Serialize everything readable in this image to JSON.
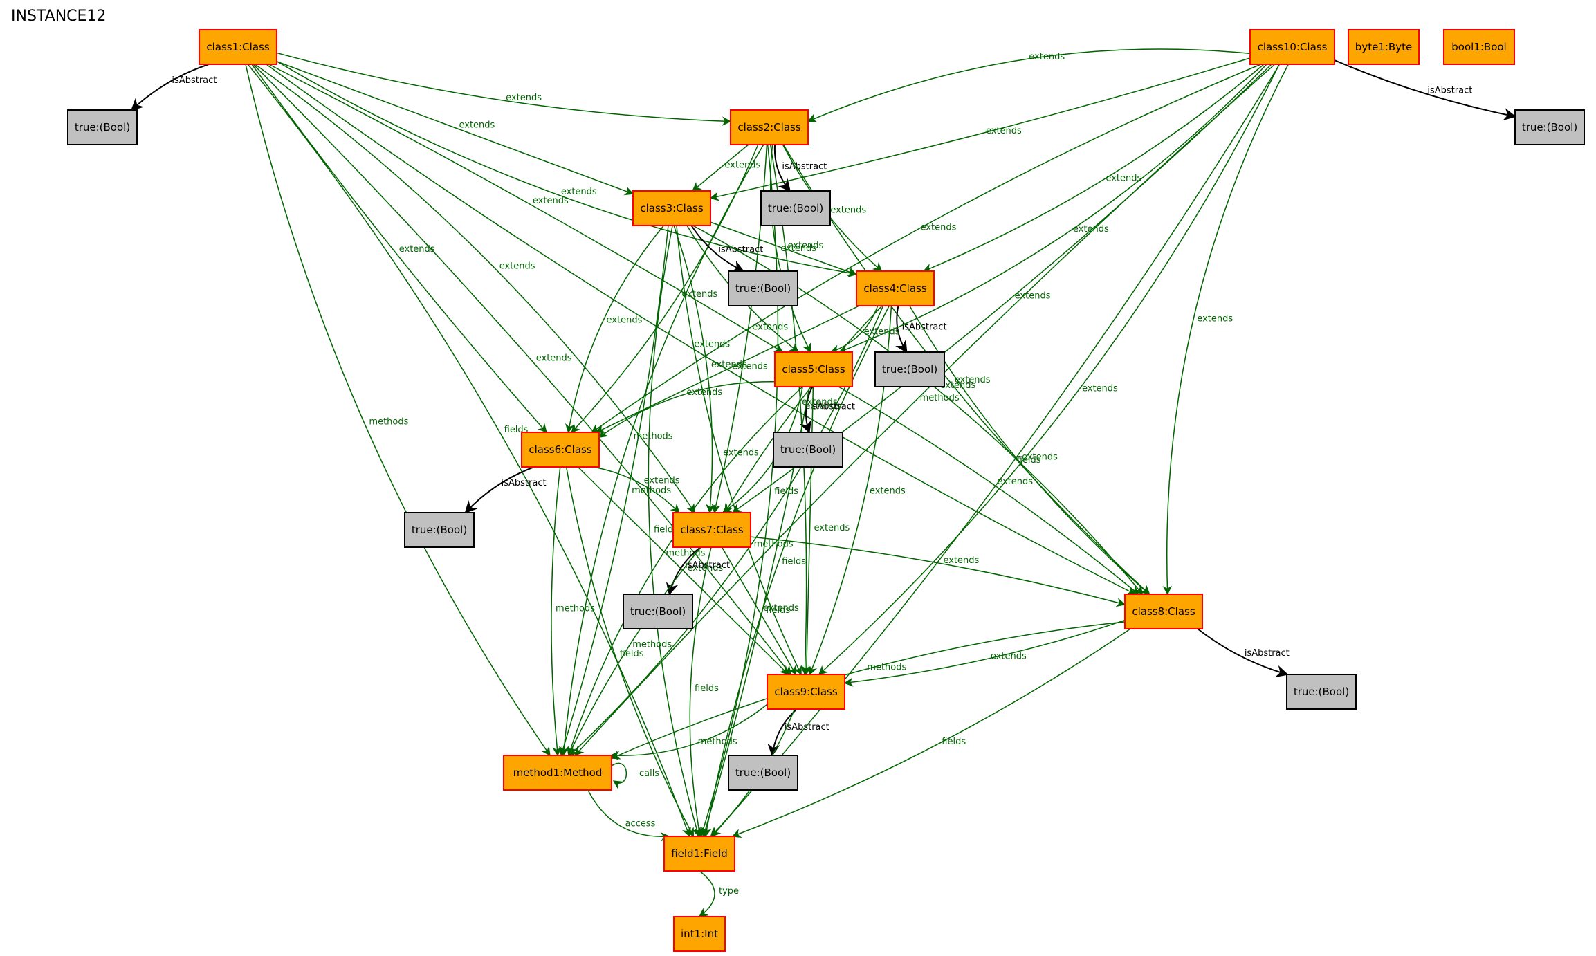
{
  "title": "INSTANCE12",
  "colors": {
    "class_fill": "#ffa500",
    "class_border": "#ff0000",
    "bool_fill": "#c0c0c0",
    "bool_border": "#000000",
    "extends_edge": "#006400",
    "isabstract_edge": "#000000"
  },
  "nodes": [
    {
      "id": "class1",
      "label": "class1:Class",
      "kind": "class"
    },
    {
      "id": "class2",
      "label": "class2:Class",
      "kind": "class"
    },
    {
      "id": "class3",
      "label": "class3:Class",
      "kind": "class"
    },
    {
      "id": "class4",
      "label": "class4:Class",
      "kind": "class"
    },
    {
      "id": "class5",
      "label": "class5:Class",
      "kind": "class"
    },
    {
      "id": "class6",
      "label": "class6:Class",
      "kind": "class"
    },
    {
      "id": "class7",
      "label": "class7:Class",
      "kind": "class"
    },
    {
      "id": "class8",
      "label": "class8:Class",
      "kind": "class"
    },
    {
      "id": "class9",
      "label": "class9:Class",
      "kind": "class"
    },
    {
      "id": "class10",
      "label": "class10:Class",
      "kind": "class"
    },
    {
      "id": "byte1",
      "label": "byte1:Byte",
      "kind": "class"
    },
    {
      "id": "bool1",
      "label": "bool1:Bool",
      "kind": "class"
    },
    {
      "id": "method1",
      "label": "method1:Method",
      "kind": "class"
    },
    {
      "id": "field1",
      "label": "field1:Field",
      "kind": "class"
    },
    {
      "id": "int1",
      "label": "int1:Int",
      "kind": "class"
    },
    {
      "id": "t1",
      "label": "true:(Bool)",
      "kind": "bool"
    },
    {
      "id": "t2",
      "label": "true:(Bool)",
      "kind": "bool"
    },
    {
      "id": "t3",
      "label": "true:(Bool)",
      "kind": "bool"
    },
    {
      "id": "t4",
      "label": "true:(Bool)",
      "kind": "bool"
    },
    {
      "id": "t5",
      "label": "true:(Bool)",
      "kind": "bool"
    },
    {
      "id": "t6",
      "label": "true:(Bool)",
      "kind": "bool"
    },
    {
      "id": "t7",
      "label": "true:(Bool)",
      "kind": "bool"
    },
    {
      "id": "t8",
      "label": "true:(Bool)",
      "kind": "bool"
    },
    {
      "id": "t9",
      "label": "true:(Bool)",
      "kind": "bool"
    },
    {
      "id": "t10",
      "label": "true:(Bool)",
      "kind": "bool"
    }
  ],
  "edges": [
    {
      "from": "class1",
      "to": "t1",
      "label": "isAbstract"
    },
    {
      "from": "class1",
      "to": "class2",
      "label": "extends"
    },
    {
      "from": "class1",
      "to": "class3",
      "label": "extends"
    },
    {
      "from": "class1",
      "to": "class4",
      "label": "extends"
    },
    {
      "from": "class1",
      "to": "class5",
      "label": "extends"
    },
    {
      "from": "class1",
      "to": "class6",
      "label": "extends"
    },
    {
      "from": "class1",
      "to": "class7",
      "label": "extends"
    },
    {
      "from": "class1",
      "to": "class8",
      "label": "extends"
    },
    {
      "from": "class1",
      "to": "class9",
      "label": "extends"
    },
    {
      "from": "class1",
      "to": "method1",
      "label": "methods"
    },
    {
      "from": "class1",
      "to": "field1",
      "label": "fields"
    },
    {
      "from": "class2",
      "to": "t2",
      "label": "isAbstract"
    },
    {
      "from": "class2",
      "to": "class3",
      "label": "extends"
    },
    {
      "from": "class2",
      "to": "class4",
      "label": "extends"
    },
    {
      "from": "class2",
      "to": "class5",
      "label": "extends"
    },
    {
      "from": "class2",
      "to": "class6",
      "label": "extends"
    },
    {
      "from": "class2",
      "to": "class7",
      "label": "extends"
    },
    {
      "from": "class2",
      "to": "class8",
      "label": "extends"
    },
    {
      "from": "class2",
      "to": "class9",
      "label": "extends"
    },
    {
      "from": "class2",
      "to": "method1",
      "label": "methods"
    },
    {
      "from": "class2",
      "to": "field1",
      "label": "fields"
    },
    {
      "from": "class3",
      "to": "t3",
      "label": "isAbstract"
    },
    {
      "from": "class3",
      "to": "class4",
      "label": "extends"
    },
    {
      "from": "class3",
      "to": "class5",
      "label": "extends"
    },
    {
      "from": "class3",
      "to": "class6",
      "label": "extends"
    },
    {
      "from": "class3",
      "to": "class7",
      "label": "extends"
    },
    {
      "from": "class3",
      "to": "class8",
      "label": "extends"
    },
    {
      "from": "class3",
      "to": "class9",
      "label": "extends"
    },
    {
      "from": "class3",
      "to": "method1",
      "label": "methods"
    },
    {
      "from": "class3",
      "to": "field1",
      "label": "fields"
    },
    {
      "from": "class4",
      "to": "t4",
      "label": "isAbstract"
    },
    {
      "from": "class4",
      "to": "class5",
      "label": "extends"
    },
    {
      "from": "class4",
      "to": "class6",
      "label": "extends"
    },
    {
      "from": "class4",
      "to": "class7",
      "label": "extends"
    },
    {
      "from": "class4",
      "to": "class8",
      "label": "extends"
    },
    {
      "from": "class4",
      "to": "class9",
      "label": "extends"
    },
    {
      "from": "class4",
      "to": "method1",
      "label": "methods"
    },
    {
      "from": "class4",
      "to": "field1",
      "label": "fields"
    },
    {
      "from": "class5",
      "to": "t5",
      "label": "isAbstract"
    },
    {
      "from": "class5",
      "to": "class6",
      "label": "extends"
    },
    {
      "from": "class5",
      "to": "class7",
      "label": "extends"
    },
    {
      "from": "class5",
      "to": "class8",
      "label": "extends"
    },
    {
      "from": "class5",
      "to": "class9",
      "label": "extends"
    },
    {
      "from": "class5",
      "to": "method1",
      "label": "methods"
    },
    {
      "from": "class5",
      "to": "field1",
      "label": "fields"
    },
    {
      "from": "class6",
      "to": "t6",
      "label": "isAbstract"
    },
    {
      "from": "class6",
      "to": "class7",
      "label": "extends"
    },
    {
      "from": "class6",
      "to": "class9",
      "label": "extends"
    },
    {
      "from": "class6",
      "to": "method1",
      "label": "methods"
    },
    {
      "from": "class6",
      "to": "field1",
      "label": "fields"
    },
    {
      "from": "class7",
      "to": "t7",
      "label": "isAbstract"
    },
    {
      "from": "class7",
      "to": "class8",
      "label": "extends"
    },
    {
      "from": "class7",
      "to": "class9",
      "label": "extends"
    },
    {
      "from": "class7",
      "to": "method1",
      "label": "methods"
    },
    {
      "from": "class7",
      "to": "field1",
      "label": "fields"
    },
    {
      "from": "class8",
      "to": "t8",
      "label": "isAbstract"
    },
    {
      "from": "class8",
      "to": "class9",
      "label": "extends"
    },
    {
      "from": "class8",
      "to": "method1",
      "label": "methods"
    },
    {
      "from": "class8",
      "to": "field1",
      "label": "fields"
    },
    {
      "from": "class9",
      "to": "t9",
      "label": "isAbstract"
    },
    {
      "from": "class9",
      "to": "method1",
      "label": "methods"
    },
    {
      "from": "class9",
      "to": "field1",
      "label": "fields"
    },
    {
      "from": "class10",
      "to": "t10",
      "label": "isAbstract"
    },
    {
      "from": "class10",
      "to": "class2",
      "label": "extends"
    },
    {
      "from": "class10",
      "to": "class3",
      "label": "extends"
    },
    {
      "from": "class10",
      "to": "class4",
      "label": "extends"
    },
    {
      "from": "class10",
      "to": "class5",
      "label": "extends"
    },
    {
      "from": "class10",
      "to": "class6",
      "label": "extends"
    },
    {
      "from": "class10",
      "to": "class7",
      "label": "extends"
    },
    {
      "from": "class10",
      "to": "class8",
      "label": "extends"
    },
    {
      "from": "class10",
      "to": "class9",
      "label": "extends"
    },
    {
      "from": "class10",
      "to": "method1",
      "label": "methods"
    },
    {
      "from": "class10",
      "to": "field1",
      "label": "fields"
    },
    {
      "from": "method1",
      "to": "method1",
      "label": "calls"
    },
    {
      "from": "method1",
      "to": "field1",
      "label": "access"
    },
    {
      "from": "field1",
      "to": "int1",
      "label": "type"
    }
  ]
}
